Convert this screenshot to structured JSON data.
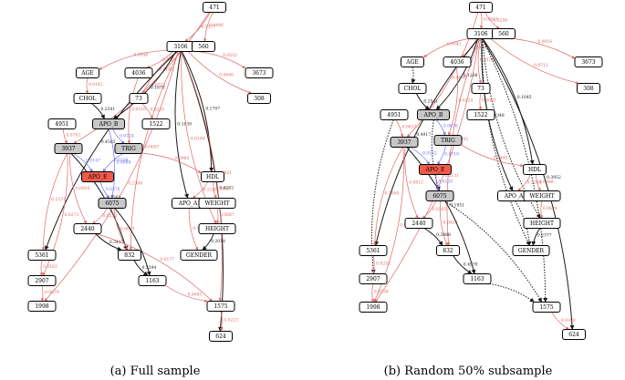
{
  "colors": {
    "dark": "#1a1a1a",
    "red": "#e06666",
    "blue": "#6b6bee",
    "node_fill": "#ffffff",
    "node_grey": "#c8c8c8",
    "node_red": "#f05a4a"
  },
  "panels": [
    {
      "id": "a",
      "caption": "(a) Full sample",
      "nodes": [
        {
          "id": "471",
          "label": "471"
        },
        {
          "id": "3106",
          "label": "3106"
        },
        {
          "id": "560",
          "label": "560"
        },
        {
          "id": "AGE",
          "label": "AGE"
        },
        {
          "id": "4036",
          "label": "4036"
        },
        {
          "id": "3673",
          "label": "3673"
        },
        {
          "id": "CHOL",
          "label": "CHOL"
        },
        {
          "id": "73",
          "label": "73"
        },
        {
          "id": "308",
          "label": "308"
        },
        {
          "id": "APO_B",
          "label": "APO_B",
          "fill": "grey"
        },
        {
          "id": "1522",
          "label": "1522"
        },
        {
          "id": "4951",
          "label": "4951"
        },
        {
          "id": "TRIG",
          "label": "TRIG",
          "fill": "grey"
        },
        {
          "id": "3937",
          "label": "3937",
          "fill": "grey"
        },
        {
          "id": "APO_E",
          "label": "APO_E",
          "fill": "red"
        },
        {
          "id": "HDL",
          "label": "HDL"
        },
        {
          "id": "6075",
          "label": "6075",
          "fill": "grey"
        },
        {
          "id": "APO_A",
          "label": "APO_A"
        },
        {
          "id": "WEIGHT",
          "label": "WEIGHT"
        },
        {
          "id": "2440",
          "label": "2440"
        },
        {
          "id": "HEIGHT",
          "label": "HEIGHT"
        },
        {
          "id": "832",
          "label": "832"
        },
        {
          "id": "GENDER",
          "label": "GENDER"
        },
        {
          "id": "5361",
          "label": "5361"
        },
        {
          "id": "2907",
          "label": "2907"
        },
        {
          "id": "1163",
          "label": "1163"
        },
        {
          "id": "1575",
          "label": "1575"
        },
        {
          "id": "1998",
          "label": "1998"
        },
        {
          "id": "624",
          "label": "624"
        }
      ],
      "edges": [
        {
          "from": "471",
          "to": "3106",
          "color": "red",
          "label": "0.5377"
        },
        {
          "from": "471",
          "to": "560",
          "color": "red",
          "label": "0.0496"
        },
        {
          "from": "471",
          "to": "3937",
          "color": "red",
          "label": "0.0722"
        },
        {
          "from": "3106",
          "to": "AGE",
          "color": "red",
          "label": "0.0046"
        },
        {
          "from": "3106",
          "to": "4036",
          "color": "red",
          "label": "0.0001"
        },
        {
          "from": "3106",
          "to": "73",
          "color": "red",
          "label": "0.0182"
        },
        {
          "from": "3106",
          "to": "3673",
          "color": "red",
          "label": "0.0552"
        },
        {
          "from": "3106",
          "to": "308",
          "color": "red",
          "label": "0.0640"
        },
        {
          "from": "3106",
          "to": "APO_B",
          "color": "dark",
          "label": "0.1876"
        },
        {
          "from": "3106",
          "to": "5361",
          "color": "dark",
          "label": "0.4582"
        },
        {
          "from": "3106",
          "to": "HDL",
          "color": "dark",
          "label": "0.1707"
        },
        {
          "from": "3106",
          "to": "APO_A",
          "color": "dark",
          "label": "0.1639"
        },
        {
          "from": "3106",
          "to": "624",
          "color": "dark",
          "label": "0.4202"
        },
        {
          "from": "3106",
          "to": "832",
          "color": "red",
          "label": "0.0097"
        },
        {
          "from": "3106",
          "to": "1998",
          "color": "red",
          "label": "0.2308"
        },
        {
          "from": "3106",
          "to": "HEIGHT",
          "color": "red",
          "label": "0.0190"
        },
        {
          "from": "3106",
          "to": "1575",
          "color": "red",
          "label": "0.0921"
        },
        {
          "from": "AGE",
          "to": "CHOL",
          "color": "red",
          "label": "0.0142"
        },
        {
          "from": "CHOL",
          "to": "APO_B",
          "color": "dark",
          "label": "0.2341"
        },
        {
          "from": "4036",
          "to": "TRIG",
          "color": "red",
          "label": "0.0216"
        },
        {
          "from": "73",
          "to": "1522",
          "color": "red",
          "label": "0.0253"
        },
        {
          "from": "APO_B",
          "to": "TRIG",
          "color": "blue",
          "label": "0.0724"
        },
        {
          "from": "APO_B",
          "to": "6075",
          "color": "blue",
          "label": "0.0669"
        },
        {
          "from": "TRIG",
          "to": "APO_E",
          "color": "blue",
          "label": "0.0108"
        },
        {
          "from": "TRIG",
          "to": "HDL",
          "color": "red",
          "label": "0.0965"
        },
        {
          "from": "4951",
          "to": "3937",
          "color": "red",
          "label": "0.0702"
        },
        {
          "from": "3937",
          "to": "APO_E",
          "color": "blue",
          "label": "0.0147"
        },
        {
          "from": "3937",
          "to": "2440",
          "color": "red",
          "label": "0.0916"
        },
        {
          "from": "3937",
          "to": "832",
          "color": "dark",
          "label": "0.2262"
        },
        {
          "from": "3937",
          "to": "5361",
          "color": "red",
          "label": "0.2337"
        },
        {
          "from": "3937",
          "to": "2907",
          "color": "red",
          "label": "0.0273"
        },
        {
          "from": "APO_E",
          "to": "6075",
          "color": "blue",
          "label": "0.0276"
        },
        {
          "from": "HDL",
          "to": "APO_A",
          "color": "red",
          "label": "0.2262"
        },
        {
          "from": "HDL",
          "to": "WEIGHT",
          "color": "red",
          "label": "0.0816"
        },
        {
          "from": "6075",
          "to": "2440",
          "color": "red",
          "label": "0.0252"
        },
        {
          "from": "6075",
          "to": "832",
          "color": "red",
          "label": "0.0093"
        },
        {
          "from": "WEIGHT",
          "to": "HEIGHT",
          "color": "red",
          "label": "0.0887"
        },
        {
          "from": "APO_A",
          "to": "GENDER",
          "color": "red",
          "label": "0.0005"
        },
        {
          "from": "HEIGHT",
          "to": "GENDER",
          "color": "dark",
          "label": "0.2018"
        },
        {
          "from": "2440",
          "to": "832",
          "color": "dark",
          "label": "0.3417"
        },
        {
          "from": "2440",
          "to": "1575",
          "color": "red",
          "label": "0.0177"
        },
        {
          "from": "832",
          "to": "1163",
          "color": "dark",
          "label": "0.5394"
        },
        {
          "from": "6075",
          "to": "1163",
          "color": "dark",
          "label": ""
        },
        {
          "from": "5361",
          "to": "2907",
          "color": "red",
          "label": "0.0183"
        },
        {
          "from": "2907",
          "to": "1998",
          "color": "red",
          "label": "0.0879"
        },
        {
          "from": "1163",
          "to": "1575",
          "color": "red",
          "label": "0.0093"
        },
        {
          "from": "1575",
          "to": "624",
          "color": "red",
          "label": "0.0223"
        }
      ]
    },
    {
      "id": "b",
      "caption": "(b) Random 50% subsample",
      "nodes": [
        {
          "id": "471",
          "label": "471"
        },
        {
          "id": "3106",
          "label": "3106"
        },
        {
          "id": "560",
          "label": "560"
        },
        {
          "id": "AGE",
          "label": "AGE"
        },
        {
          "id": "4036",
          "label": "4036"
        },
        {
          "id": "3673",
          "label": "3673"
        },
        {
          "id": "CHOL",
          "label": "CHOL"
        },
        {
          "id": "73",
          "label": "73"
        },
        {
          "id": "308",
          "label": "308"
        },
        {
          "id": "APO_B",
          "label": "APO_B",
          "fill": "grey"
        },
        {
          "id": "1522",
          "label": "1522"
        },
        {
          "id": "4951",
          "label": "4951"
        },
        {
          "id": "TRIG",
          "label": "TRIG",
          "fill": "grey"
        },
        {
          "id": "3937",
          "label": "3937",
          "fill": "grey"
        },
        {
          "id": "APO_E",
          "label": "APO_E",
          "fill": "red"
        },
        {
          "id": "HDL",
          "label": "HDL"
        },
        {
          "id": "6075",
          "label": "6075",
          "fill": "grey"
        },
        {
          "id": "APO_A",
          "label": "APO_A"
        },
        {
          "id": "WEIGHT",
          "label": "WEIGHT"
        },
        {
          "id": "2440",
          "label": "2440"
        },
        {
          "id": "HEIGHT",
          "label": "HEIGHT"
        },
        {
          "id": "5361",
          "label": "5361"
        },
        {
          "id": "GENDER",
          "label": "GENDER"
        },
        {
          "id": "832",
          "label": "832"
        },
        {
          "id": "2907",
          "label": "2907"
        },
        {
          "id": "1163",
          "label": "1163"
        },
        {
          "id": "1998",
          "label": "1998"
        },
        {
          "id": "1575",
          "label": "1575"
        },
        {
          "id": "624",
          "label": "624"
        }
      ],
      "edges": [
        {
          "from": "471",
          "to": "3106",
          "color": "red",
          "label": "0.0421"
        },
        {
          "from": "471",
          "to": "560",
          "color": "red",
          "label": "0.5258"
        },
        {
          "from": "471",
          "to": "3937",
          "color": "red",
          "label": "0.0656"
        },
        {
          "from": "3106",
          "to": "AGE",
          "color": "red",
          "label": "0.0042"
        },
        {
          "from": "3106",
          "to": "4036",
          "color": "red",
          "label": "0.1606"
        },
        {
          "from": "3106",
          "to": "73",
          "color": "red",
          "label": "0.0150"
        },
        {
          "from": "3106",
          "to": "3673",
          "color": "red",
          "label": "0.0016"
        },
        {
          "from": "3106",
          "to": "308",
          "color": "red",
          "label": "0.0711"
        },
        {
          "from": "3106",
          "to": "APO_B",
          "color": "dark",
          "label": "0.1288"
        },
        {
          "from": "3106",
          "to": "5361",
          "color": "dark",
          "label": "0.4917"
        },
        {
          "from": "3106",
          "to": "HDL",
          "color": "dark",
          "label": "0.1645"
        },
        {
          "from": "3106",
          "to": "APO_A",
          "color": "dark",
          "label": "0.1348"
        },
        {
          "from": "3106",
          "to": "624",
          "color": "dark",
          "label": "0.3952"
        },
        {
          "from": "3106",
          "to": "832",
          "color": "red",
          "label": "0.0085"
        },
        {
          "from": "3106",
          "to": "1998",
          "color": "red",
          "label": "0.2131"
        },
        {
          "from": "3106",
          "to": "HEIGHT",
          "color": "dark",
          "dashed": true,
          "label": ""
        },
        {
          "from": "3106",
          "to": "1575",
          "color": "dark",
          "dashed": true,
          "label": ""
        },
        {
          "from": "3106",
          "to": "GENDER",
          "color": "dark",
          "dashed": true,
          "label": ""
        },
        {
          "from": "AGE",
          "to": "CHOL",
          "color": "dark",
          "dashed": true,
          "label": ""
        },
        {
          "from": "CHOL",
          "to": "APO_B",
          "color": "dark",
          "label": "0.2541"
        },
        {
          "from": "4036",
          "to": "TRIG",
          "color": "red",
          "label": "0.0224"
        },
        {
          "from": "73",
          "to": "1522",
          "color": "red",
          "label": "0.0003"
        },
        {
          "from": "APO_B",
          "to": "TRIG",
          "color": "blue",
          "label": "0.0676"
        },
        {
          "from": "APO_B",
          "to": "6075",
          "color": "dark",
          "dashed": true,
          "label": ""
        },
        {
          "from": "TRIG",
          "to": "APO_E",
          "color": "blue",
          "label": "0.0718"
        },
        {
          "from": "TRIG",
          "to": "HDL",
          "color": "red",
          "label": "0.0405"
        },
        {
          "from": "4951",
          "to": "3937",
          "color": "red",
          "label": "0.0615"
        },
        {
          "from": "4951",
          "to": "2907",
          "color": "dark",
          "dashed": true,
          "label": ""
        },
        {
          "from": "3937",
          "to": "APO_E",
          "color": "blue",
          "label": "0.0132"
        },
        {
          "from": "3937",
          "to": "2440",
          "color": "red",
          "label": "0.0012"
        },
        {
          "from": "3937",
          "to": "1163",
          "color": "dark",
          "label": "0.1951"
        },
        {
          "from": "3937",
          "to": "5361",
          "color": "red",
          "label": "0.2094"
        },
        {
          "from": "3937",
          "to": "1998",
          "color": "red",
          "label": "0.0219"
        },
        {
          "from": "APO_E",
          "to": "6075",
          "color": "blue",
          "label": "0.0120"
        },
        {
          "from": "HDL",
          "to": "APO_A",
          "color": "red",
          "label": "0.2204"
        },
        {
          "from": "HDL",
          "to": "WEIGHT",
          "color": "red",
          "label": "0.0989"
        },
        {
          "from": "6075",
          "to": "2440",
          "color": "red",
          "label": "0.0385"
        },
        {
          "from": "6075",
          "to": "832",
          "color": "red",
          "label": "0.0420"
        },
        {
          "from": "6075",
          "to": "1575",
          "color": "dark",
          "dashed": true,
          "label": ""
        },
        {
          "from": "WEIGHT",
          "to": "HEIGHT",
          "color": "red",
          "label": "0.0634"
        },
        {
          "from": "APO_A",
          "to": "GENDER",
          "color": "dark",
          "dashed": true,
          "label": ""
        },
        {
          "from": "HEIGHT",
          "to": "GENDER",
          "color": "dark",
          "label": "0.2377"
        },
        {
          "from": "2440",
          "to": "832",
          "color": "dark",
          "label": "0.2888"
        },
        {
          "from": "832",
          "to": "1163",
          "color": "dark",
          "label": "0.4970"
        },
        {
          "from": "5361",
          "to": "2907",
          "color": "red",
          "label": "0.0252"
        },
        {
          "from": "2907",
          "to": "1998",
          "color": "red",
          "label": "0.0238"
        },
        {
          "from": "1163",
          "to": "1575",
          "color": "dark",
          "dashed": true,
          "label": ""
        },
        {
          "from": "1575",
          "to": "624",
          "color": "red",
          "label": "0.0380"
        }
      ]
    }
  ]
}
